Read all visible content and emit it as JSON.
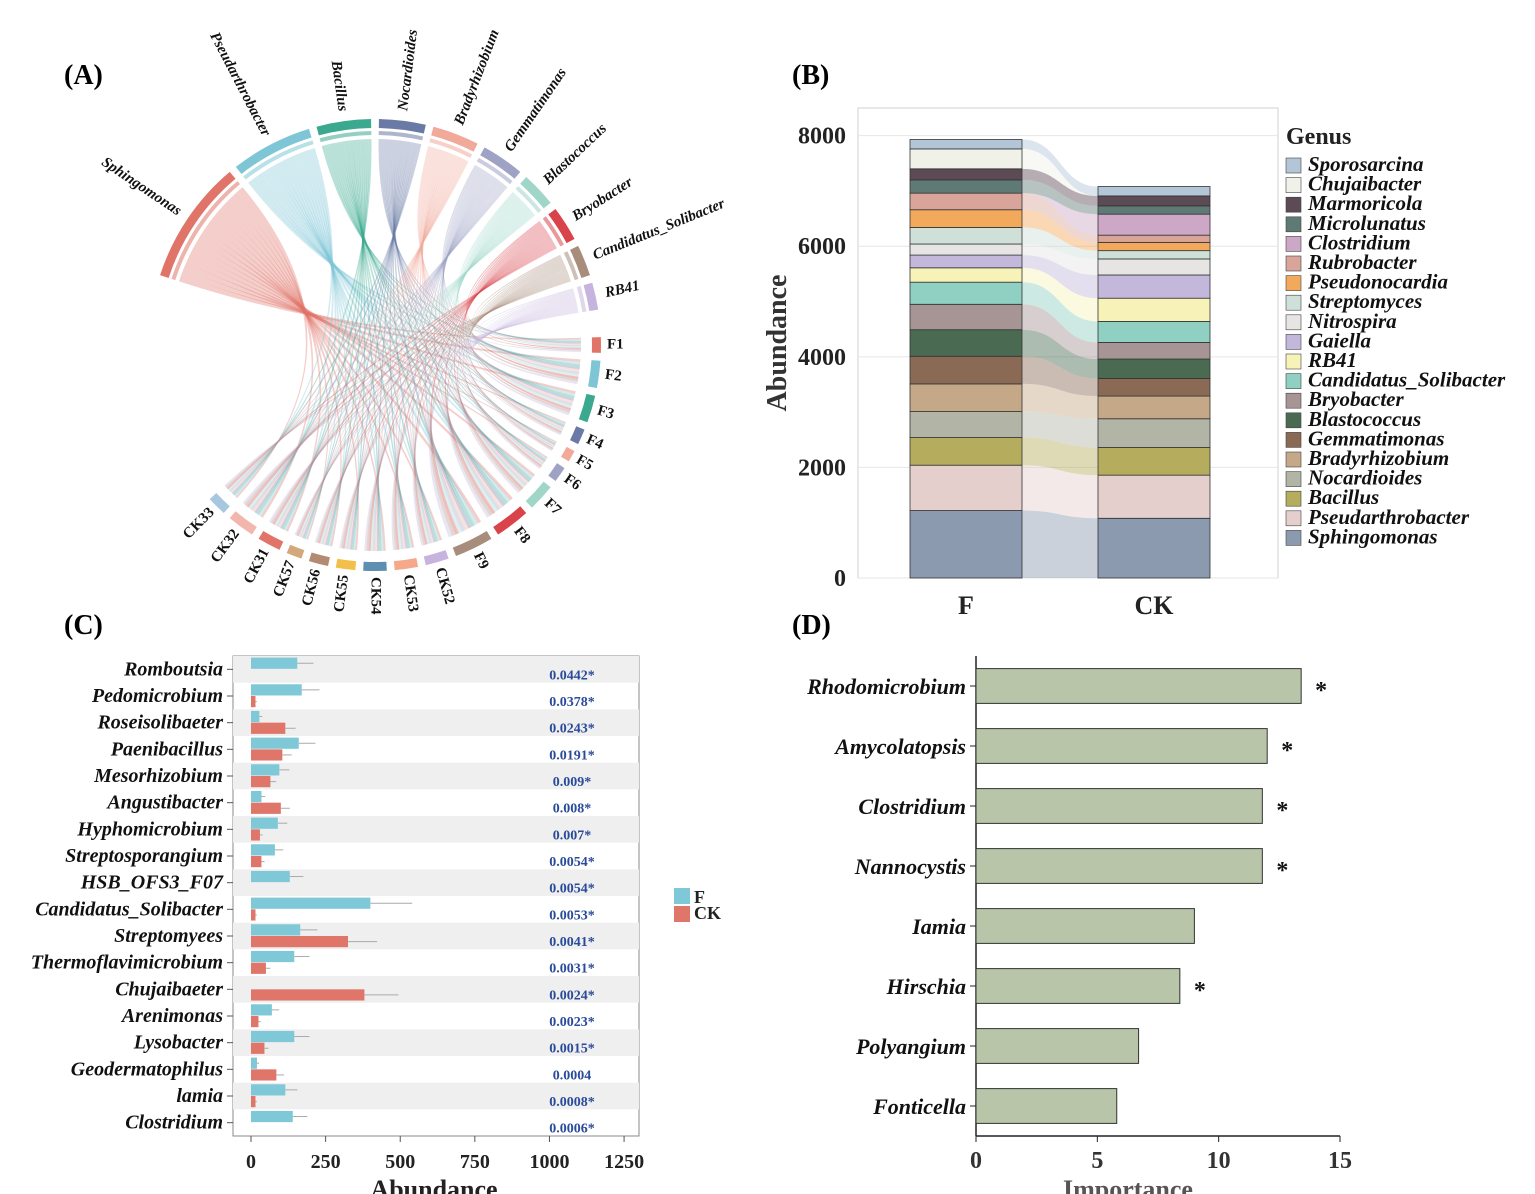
{
  "figure": {
    "panel_labels": [
      "(A)",
      "(B)",
      "(C)",
      "(D)"
    ]
  },
  "chart_data": [
    {
      "panel": "A",
      "type": "chord",
      "genera": [
        {
          "name": "Sphingomonas",
          "color": "#e07468"
        },
        {
          "name": "Pseudarthrobacter",
          "color": "#7ec6d6"
        },
        {
          "name": "Bacillus",
          "color": "#3aa98f"
        },
        {
          "name": "Nocardioides",
          "color": "#6a7aa6"
        },
        {
          "name": "Bradyrhizobium",
          "color": "#f1a99a"
        },
        {
          "name": "Gemmatimonas",
          "color": "#9ea3c6"
        },
        {
          "name": "Blastococcus",
          "color": "#9fd6c8"
        },
        {
          "name": "Bryobacter",
          "color": "#d9434a"
        },
        {
          "name": "Candidatus_Solibacter",
          "color": "#a88d7c"
        },
        {
          "name": "RB41",
          "color": "#c6b4de"
        }
      ],
      "samples": [
        {
          "name": "F1",
          "color": "#e07468"
        },
        {
          "name": "F2",
          "color": "#7ec6d6"
        },
        {
          "name": "F3",
          "color": "#3aa98f"
        },
        {
          "name": "F4",
          "color": "#6a7aa6"
        },
        {
          "name": "F5",
          "color": "#f1a99a"
        },
        {
          "name": "F6",
          "color": "#9ea3c6"
        },
        {
          "name": "F7",
          "color": "#9fd6c8"
        },
        {
          "name": "F8",
          "color": "#d9434a"
        },
        {
          "name": "F9",
          "color": "#a88d7c"
        },
        {
          "name": "CK52",
          "color": "#c6b4de"
        },
        {
          "name": "CK53",
          "color": "#f6a98a"
        },
        {
          "name": "CK54",
          "color": "#5f8fb0"
        },
        {
          "name": "CK55",
          "color": "#f2c04a"
        },
        {
          "name": "CK56",
          "color": "#b38a72"
        },
        {
          "name": "CK57",
          "color": "#d4a87c"
        },
        {
          "name": "CK31",
          "color": "#e07468"
        },
        {
          "name": "CK32",
          "color": "#f3b6ad"
        },
        {
          "name": "CK33",
          "color": "#a7c7e0"
        }
      ]
    },
    {
      "panel": "B",
      "type": "bar",
      "stacked": true,
      "categories": [
        "F",
        "CK"
      ],
      "ylabel": "Abundance",
      "ylim": [
        0,
        8500
      ],
      "yticks": [
        0,
        2000,
        4000,
        6000,
        8000
      ],
      "legend_title": "Genus",
      "grid": true,
      "series": [
        {
          "name": "Sphingomonas",
          "color": "#8c9ab0",
          "values": [
            1220,
            1080
          ]
        },
        {
          "name": "Pseudarthrobacter",
          "color": "#e5cfcd",
          "values": [
            820,
            780
          ]
        },
        {
          "name": "Bacillus",
          "color": "#b5ad5d",
          "values": [
            500,
            500
          ]
        },
        {
          "name": "Nocardioides",
          "color": "#b2b4a6",
          "values": [
            470,
            520
          ]
        },
        {
          "name": "Bradyrhizobium",
          "color": "#c5a887",
          "values": [
            500,
            410
          ]
        },
        {
          "name": "Gemmatimonas",
          "color": "#8a6a55",
          "values": [
            500,
            320
          ]
        },
        {
          "name": "Blastococcus",
          "color": "#4a6b52",
          "values": [
            480,
            350
          ]
        },
        {
          "name": "Bryobacter",
          "color": "#a69594",
          "values": [
            460,
            300
          ]
        },
        {
          "name": "Candidatus_Solibacter",
          "color": "#8fd0c2",
          "values": [
            400,
            380
          ]
        },
        {
          "name": "RB41",
          "color": "#f6f2b8",
          "values": [
            260,
            420
          ]
        },
        {
          "name": "Gaiella",
          "color": "#c4b7dc",
          "values": [
            230,
            420
          ]
        },
        {
          "name": "Nitrospira",
          "color": "#e6e5e4",
          "values": [
            200,
            290
          ]
        },
        {
          "name": "Streptomyces",
          "color": "#cfe0d9",
          "values": [
            300,
            150
          ]
        },
        {
          "name": "Pseudonocardia",
          "color": "#f3a95b",
          "values": [
            320,
            150
          ]
        },
        {
          "name": "Rubrobacter",
          "color": "#d9a49a",
          "values": [
            300,
            130
          ]
        },
        {
          "name": "Clostridium",
          "color": "#cda7c6",
          "values": [
            0,
            380
          ]
        },
        {
          "name": "Microlunatus",
          "color": "#5f7a74",
          "values": [
            240,
            150
          ]
        },
        {
          "name": "Marmoricola",
          "color": "#5c4a55",
          "values": [
            200,
            180
          ]
        },
        {
          "name": "Chujaibacter",
          "color": "#f0f2e9",
          "values": [
            360,
            0
          ]
        },
        {
          "name": "Sporosarcina",
          "color": "#b2c6d7",
          "values": [
            170,
            170
          ]
        }
      ]
    },
    {
      "panel": "C",
      "type": "bar",
      "orientation": "horizontal",
      "xlabel": "Abundance",
      "xlim": [
        0,
        1300
      ],
      "xticks": [
        0,
        250,
        500,
        750,
        1000,
        1250
      ],
      "legend": [
        "F",
        "CK"
      ],
      "colors": {
        "F": "#7ec8d8",
        "CK": "#e0766a"
      },
      "categories": [
        "Romboutsia",
        "Pedomicrobium",
        "Roseisolibaeter",
        "Paenibacillus",
        "Mesorhizobium",
        "Angustibacter",
        "Hyphomicrobium",
        "Streptosporangium",
        "HSB_OFS3_F07",
        "Candidatus_Solibacter",
        "Streptomyees",
        "Thermoflavimicrobium",
        "Chujaibaeter",
        "Arenimonas",
        "Lysobacter",
        "Geodermatophilus",
        "lamia",
        "Clostridium"
      ],
      "series": [
        {
          "name": "F",
          "values": [
            155,
            170,
            28,
            160,
            95,
            35,
            90,
            80,
            130,
            400,
            165,
            145,
            0,
            70,
            145,
            20,
            115,
            140
          ]
        },
        {
          "name": "CK",
          "values": [
            0,
            15,
            115,
            105,
            65,
            100,
            30,
            35,
            0,
            15,
            325,
            50,
            380,
            25,
            45,
            85,
            15,
            0
          ]
        }
      ],
      "pvalues": [
        "0.0442*",
        "0.0378*",
        "0.0243*",
        "0.0191*",
        "0.009*",
        "0.008*",
        "0.007*",
        "0.0054*",
        "0.0054*",
        "0.0053*",
        "0.0041*",
        "0.0031*",
        "0.0024*",
        "0.0023*",
        "0.0015*",
        "0.0004",
        "0.0008*",
        "0.0006*"
      ]
    },
    {
      "panel": "D",
      "type": "bar",
      "orientation": "horizontal",
      "xlabel": "Importance",
      "xlim": [
        0,
        15
      ],
      "xticks": [
        0,
        5,
        10,
        15
      ],
      "color": "#b8c5a8",
      "categories": [
        "Rhodomicrobium",
        "Amycolatopsis",
        "Clostridium",
        "Nannocystis",
        "Iamia",
        "Hirschia",
        "Polyangium",
        "Fonticella"
      ],
      "values": [
        13.4,
        12.0,
        11.8,
        11.8,
        9.0,
        8.4,
        6.7,
        5.8
      ],
      "marks": [
        "*",
        "*",
        "*",
        "*",
        "",
        "*",
        "",
        ""
      ]
    }
  ]
}
